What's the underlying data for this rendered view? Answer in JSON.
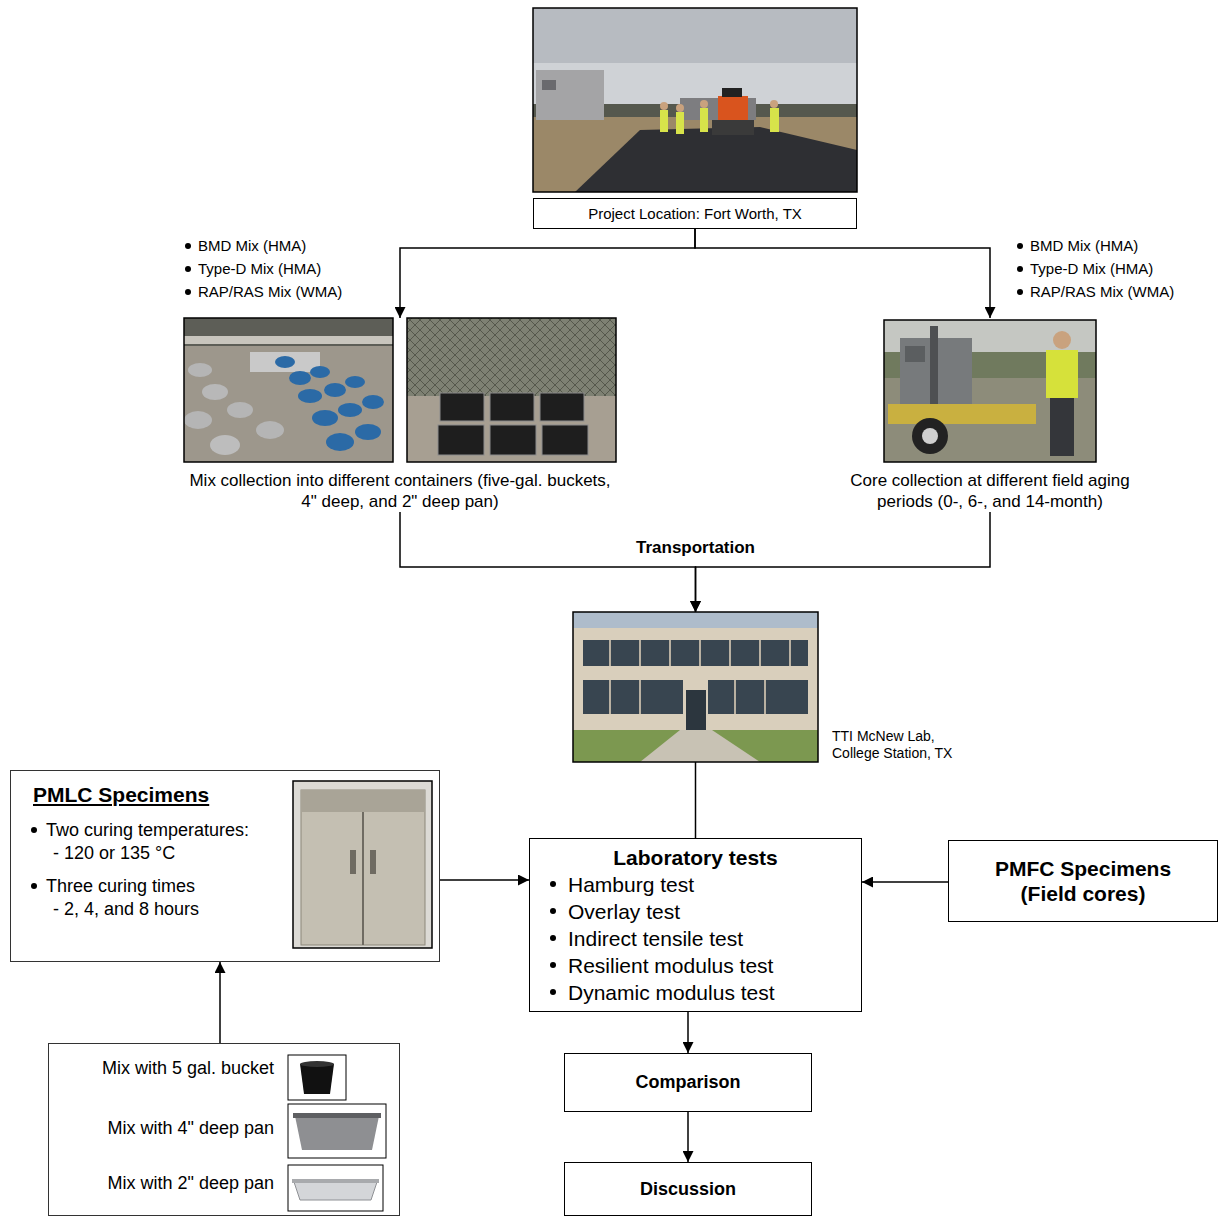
{
  "diagram": {
    "nodes": [
      {
        "text": [
          "Project Location: Fort Worth, TX"
        ]
      },
      {
        "text": [
          "Mix collection into different containers (five-gal. buckets, 4\" deep, and 2\" deep pan)"
        ]
      },
      {
        "text": [
          "Core collection at different field aging periods (0-, 6-, and 14-month)"
        ]
      },
      {
        "text": [
          "TTI McNew Lab, College Station, TX"
        ]
      },
      {
        "text": [
          "PMLC Specimens",
          "Two curing temperatures:",
          "- 120 or 135 °C",
          "Three curing times",
          "- 2, 4, and 8 hours"
        ]
      },
      {
        "text": [
          "Laboratory tests",
          "Hamburg test",
          "Overlay test",
          "Indirect tensile test",
          "Resilient modulus test",
          "Dynamic modulus test"
        ]
      },
      {
        "text": [
          "PMFC Specimens (Field cores)"
        ]
      },
      {
        "text": [
          "Mix with 5 gal. bucket",
          "Mix with 4\" deep pan",
          "Mix with 2\" deep pan"
        ]
      },
      {
        "text": [
          "Comparison"
        ]
      },
      {
        "text": [
          "Discussion"
        ]
      }
    ],
    "edges": [
      {
        "from": 0,
        "to": 1,
        "arrow": "to"
      },
      {
        "from": 0,
        "to": 2,
        "arrow": "to"
      },
      {
        "from": 1,
        "to": 3,
        "label": "Transportation",
        "arrow": "to"
      },
      {
        "from": 2,
        "to": 3,
        "arrow": "to"
      },
      {
        "from": 3,
        "to": 5,
        "arrow": "none"
      },
      {
        "from": 4,
        "to": 5,
        "arrow": "to"
      },
      {
        "from": 6,
        "to": 5,
        "arrow": "to"
      },
      {
        "from": 7,
        "to": 4,
        "arrow": "to"
      },
      {
        "from": 5,
        "to": 8,
        "arrow": "to"
      },
      {
        "from": 8,
        "to": 9,
        "arrow": "to"
      }
    ],
    "labels": [
      "BMD Mix (HMA)",
      "Type-D Mix (HMA)",
      "RAP/RAS Mix (WMA)",
      "BMD Mix (HMA)",
      "Type-D Mix (HMA)",
      "RAP/RAS Mix (WMA)"
    ]
  }
}
